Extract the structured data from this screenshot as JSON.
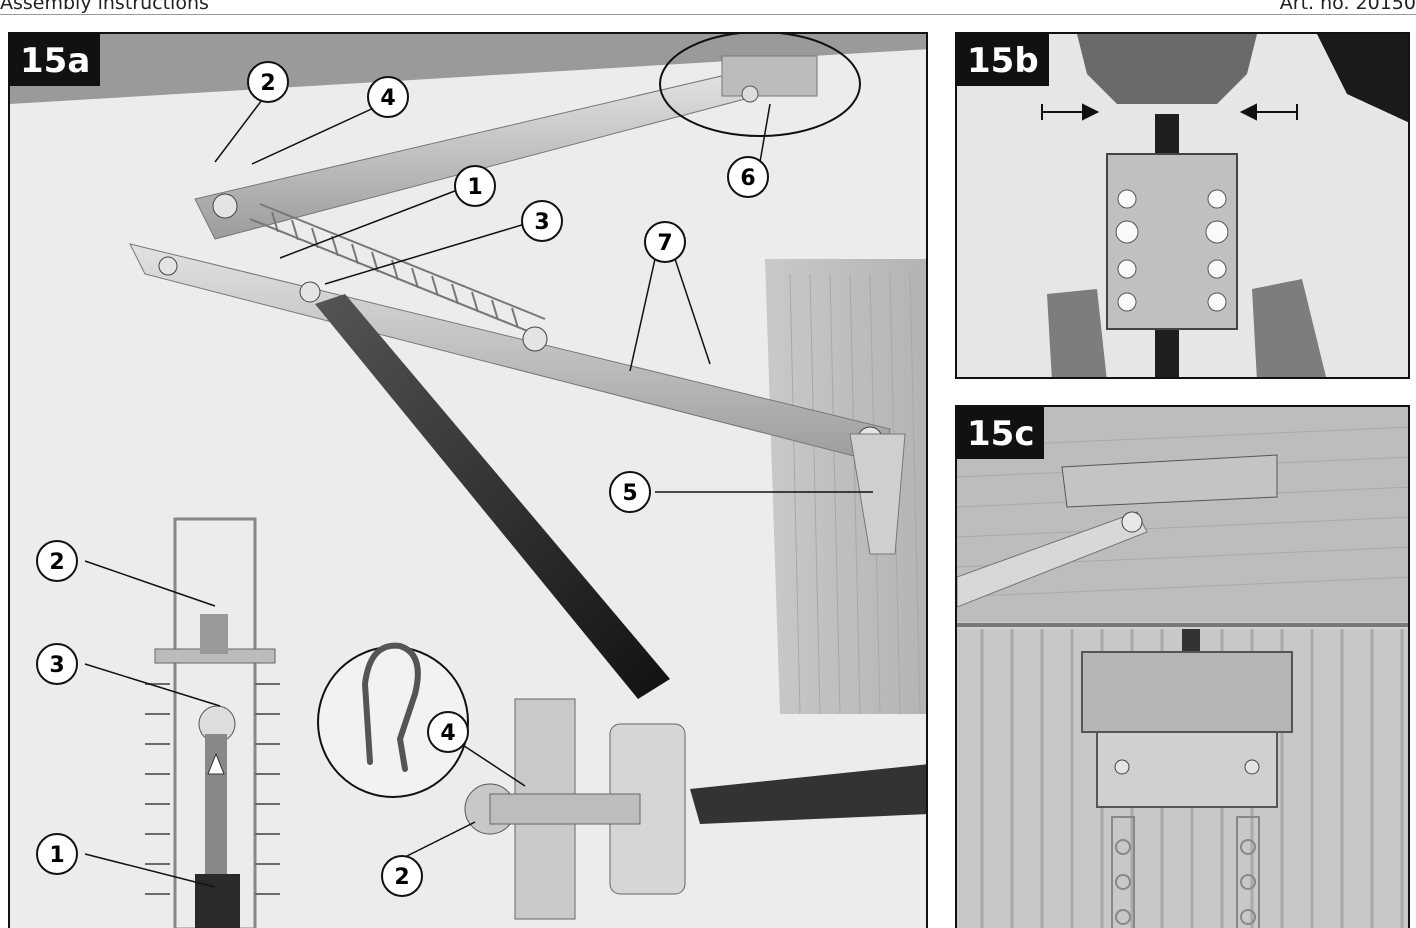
{
  "header": {
    "left_text": "Assembly instructions",
    "right_text": "Art. no. 20150"
  },
  "panels": {
    "a": {
      "label": "15a"
    },
    "b": {
      "label": "15b"
    },
    "c": {
      "label": "15c"
    }
  },
  "callouts": {
    "a_main": [
      "2",
      "4",
      "1",
      "3",
      "7",
      "5",
      "6"
    ],
    "a_detail_left": [
      "2",
      "3",
      "1"
    ],
    "a_detail_right": [
      "4",
      "2"
    ]
  }
}
